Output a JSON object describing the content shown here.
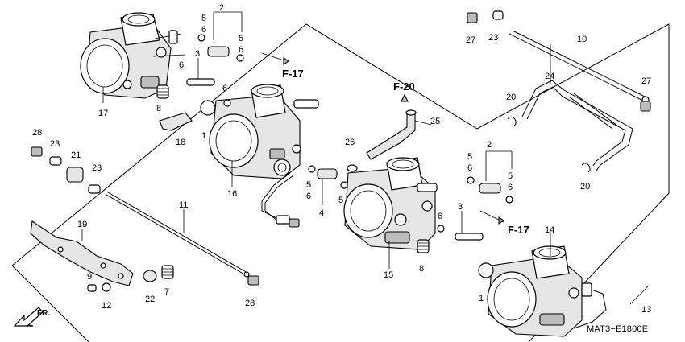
{
  "diagram": {
    "code": "MAT3−E1800E",
    "direction_label": "FR.",
    "refs": {
      "f17_upper": "F-17",
      "f17_lower": "F-17",
      "f20": "F-20"
    },
    "callouts": {
      "n1a": "1",
      "n1b": "1",
      "n2a": "2",
      "n2b": "2",
      "n3a": "3",
      "n3b": "3",
      "n4": "4",
      "n5a": "5",
      "n5b": "5",
      "n5c": "5",
      "n5d": "5",
      "n5e": "5",
      "n5f": "5",
      "n6a": "6",
      "n6b": "6",
      "n6c": "6",
      "n6d": "6",
      "n6e": "6",
      "n6f": "6",
      "n6g": "6",
      "n6h": "6",
      "n7": "7",
      "n8a": "8",
      "n8b": "8",
      "n9": "9",
      "n10": "10",
      "n11": "11",
      "n12": "12",
      "n13": "13",
      "n14": "14",
      "n15": "15",
      "n16": "16",
      "n17": "17",
      "n18": "18",
      "n19": "19",
      "n20a": "20",
      "n20b": "20",
      "n21": "21",
      "n22": "22",
      "n23a": "23",
      "n23b": "23",
      "n23c": "23",
      "n24": "24",
      "n25": "25",
      "n26": "26",
      "n27a": "27",
      "n27b": "27",
      "n28a": "28",
      "n28b": "28"
    }
  }
}
